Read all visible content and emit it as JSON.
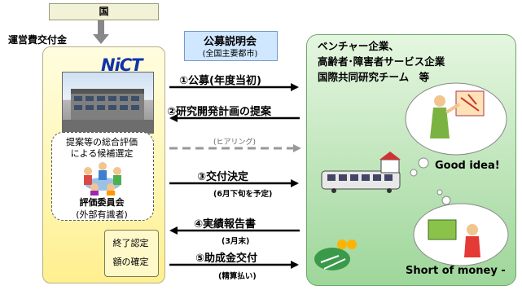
{
  "header": {
    "kuni": "国",
    "kofukin": "運営費交付金"
  },
  "nict": {
    "logo": "NiCT",
    "evaluation": {
      "line1": "提案等の総合評価",
      "line2": "による候補選定",
      "committee": "評価委員会",
      "external": "(外部有識者)"
    },
    "final": {
      "line1": "終了認定",
      "line2": "額の確定"
    }
  },
  "briefing": {
    "title": "公募説明会",
    "subtitle": "(全国主要都市)"
  },
  "companies": {
    "line1": "ベンチャー企業、",
    "line2": "高齢者･障害者サービス企業",
    "line3": "国際共同研究チーム　等"
  },
  "steps": [
    {
      "label": "①公募(年度当初)",
      "sub": ""
    },
    {
      "label": "②研究開発計画の提案",
      "sub": ""
    },
    {
      "label": "(ヒアリング)",
      "sub": ""
    },
    {
      "label": "③交付決定",
      "sub": "(6月下旬を予定)"
    },
    {
      "label": "④実績報告書",
      "sub": "(3月末)"
    },
    {
      "label": "⑤助成金交付",
      "sub": "(精算払い)"
    }
  ],
  "ideas": {
    "good": "Good idea!",
    "short": "Short of money -"
  },
  "icons": [
    "building-icon",
    "people-group-icon",
    "thinker-icon",
    "train-icon",
    "shop-icon",
    "money-icon"
  ],
  "colors": {
    "left_panel": "#fff6b0",
    "right_panel": "#9ed69a",
    "briefing_box": "#cfe7ff",
    "arrow": "#000000",
    "hearing_arrow": "#999999",
    "logo": "#1133aa"
  }
}
